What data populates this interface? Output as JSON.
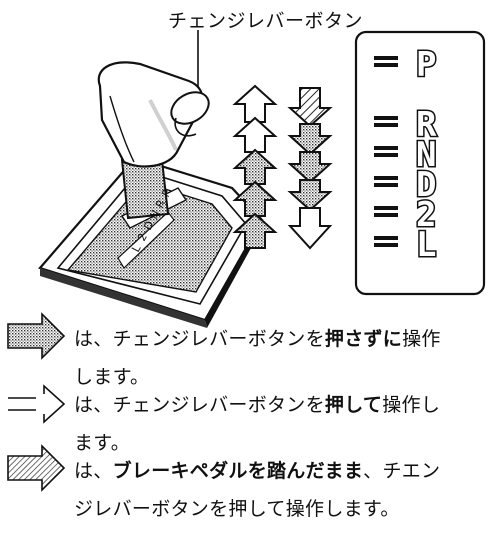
{
  "callout_label": "チェンジレバーボタン",
  "shift_positions": [
    "P",
    "R",
    "N",
    "D",
    "2",
    "L"
  ],
  "knob_gate_letters": [
    "P",
    "R",
    "N",
    "D",
    "2",
    "L"
  ],
  "colors": {
    "ink": "#111111",
    "hatch": "#555555",
    "gate_panel": "#f4f4f4"
  },
  "legend": [
    {
      "icon": "solid-hatched-arrow",
      "pre": "は、チェンジレバーボタンを",
      "bold": "押さずに",
      "post": "操作",
      "cont": "します。"
    },
    {
      "icon": "outline-arrow",
      "pre": "は、チェンジレバーボタンを",
      "bold": "押して",
      "post": "操作し",
      "cont": "ます。"
    },
    {
      "icon": "diagonal-hatched-arrow",
      "pre": "は、",
      "bold": "ブレーキペダルを踏んだまま",
      "post": "、チエン",
      "cont": "ジレバーボタンを押して操作します。"
    }
  ]
}
